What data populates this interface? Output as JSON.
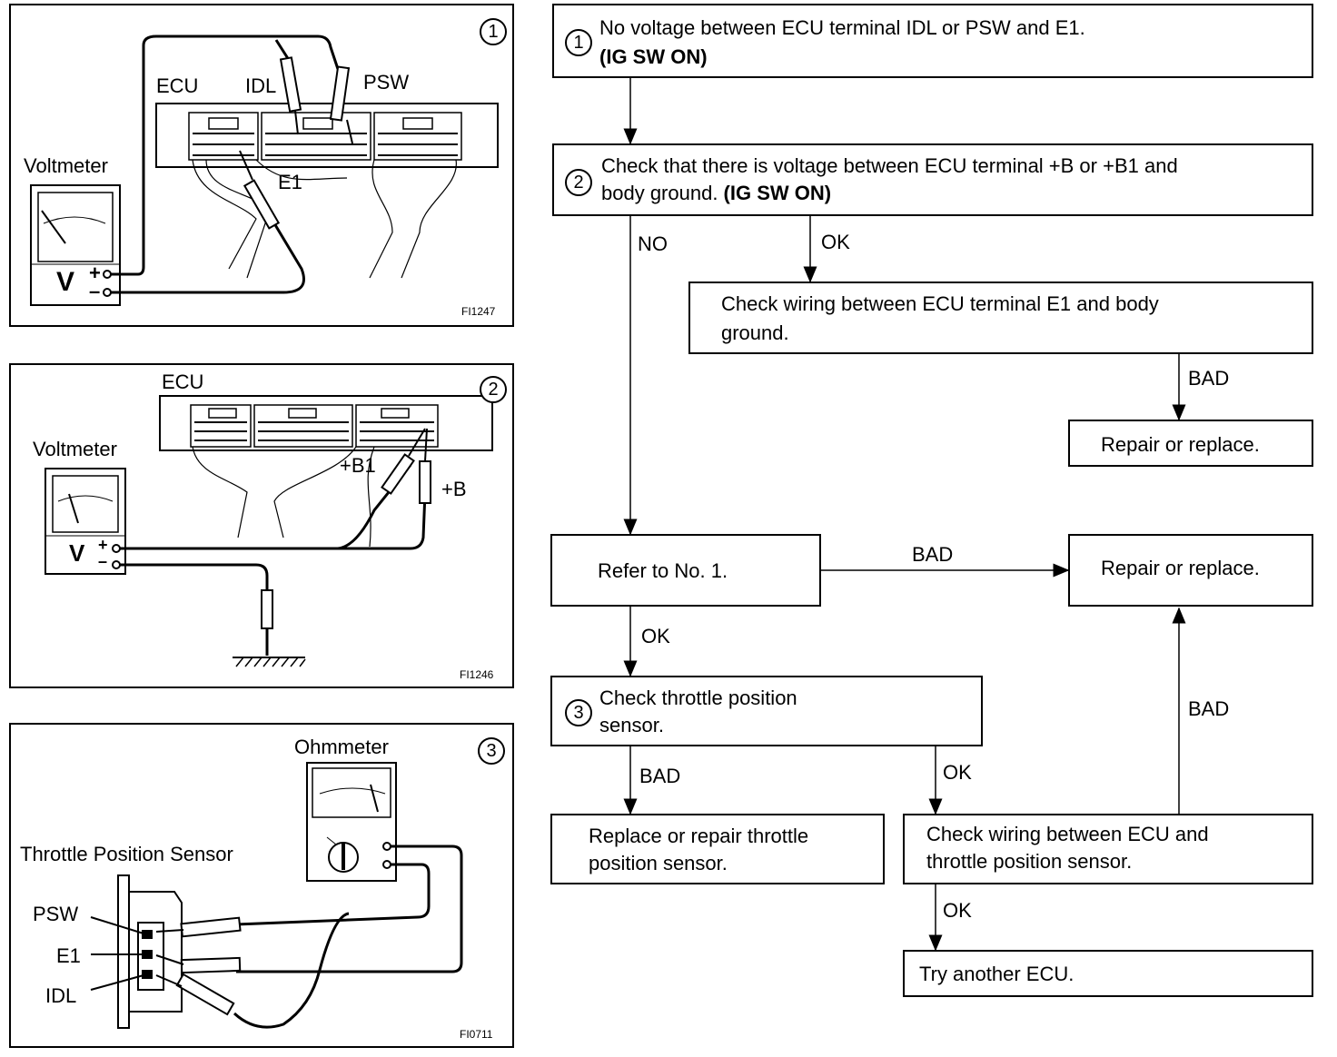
{
  "panels": [
    {
      "number": "1",
      "code": "FI1247",
      "labels": {
        "ecu": "ECU",
        "idl": "IDL",
        "psw": "PSW",
        "voltmeter": "Voltmeter",
        "e1": "E1",
        "v": "V",
        "plus": "+",
        "minus": "–"
      }
    },
    {
      "number": "2",
      "code": "FI1246",
      "labels": {
        "ecu": "ECU",
        "voltmeter": "Voltmeter",
        "b1": "+B1",
        "b": "+B",
        "v": "V",
        "plus": "+",
        "minus": "–"
      }
    },
    {
      "number": "3",
      "code": "FI0711",
      "labels": {
        "ohmmeter": "Ohmmeter",
        "sensor": "Throttle Position Sensor",
        "psw": "PSW",
        "e1": "E1",
        "idl": "IDL"
      }
    }
  ],
  "flowchart": {
    "step1": {
      "num": "1",
      "line1": "No voltage between ECU terminal IDL or PSW and E1.",
      "line2": "(IG SW ON)"
    },
    "step2": {
      "num": "2",
      "line1": "Check that there is voltage between ECU terminal +B or +B1 and",
      "line2": "body ground. ",
      "line2_bold": "(IG SW ON)"
    },
    "check_e1": {
      "line1": "Check wiring between ECU terminal E1 and body",
      "line2": "ground."
    },
    "repair1": {
      "text": "Repair or replace."
    },
    "refer": {
      "text": "Refer to No. 1."
    },
    "repair2": {
      "text": "Repair or replace."
    },
    "step3": {
      "num": "3",
      "line1": "Check throttle position",
      "line2": "sensor."
    },
    "replace_sensor": {
      "line1": "Replace or repair throttle",
      "line2": "position sensor."
    },
    "check_wiring": {
      "line1": "Check wiring between ECU and",
      "line2": "throttle position sensor."
    },
    "try_ecu": {
      "text": "Try another ECU."
    },
    "edges": {
      "no": "NO",
      "ok1": "OK",
      "bad1": "BAD",
      "bad2": "BAD",
      "ok2": "OK",
      "bad3": "BAD",
      "ok3": "OK",
      "bad4": "BAD",
      "ok4": "OK"
    }
  }
}
